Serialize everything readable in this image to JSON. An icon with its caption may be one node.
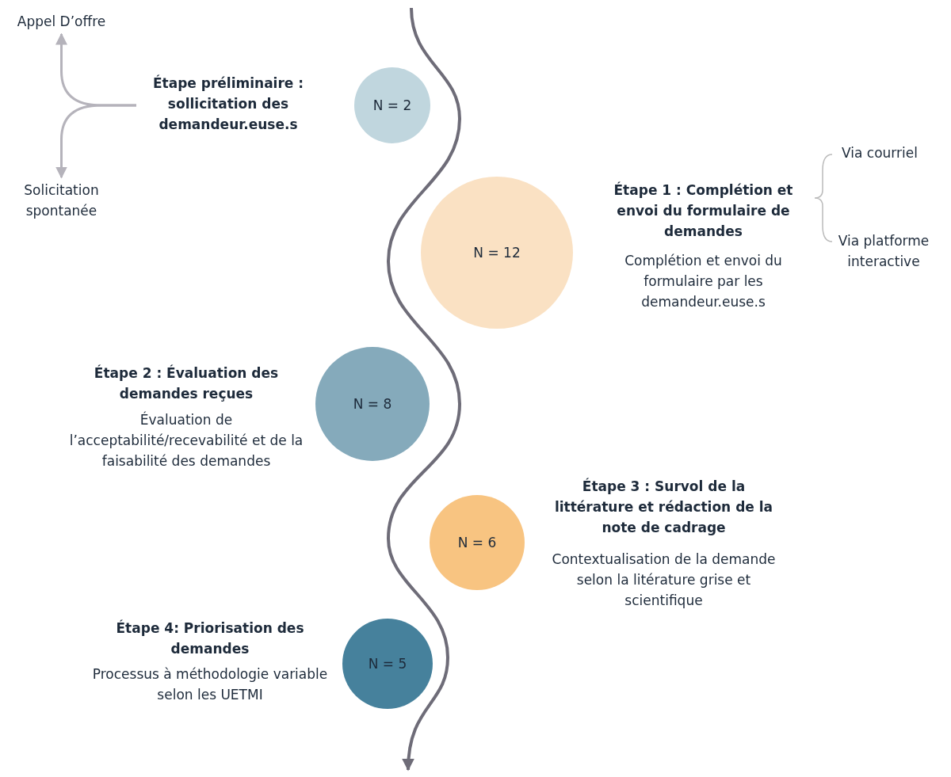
{
  "diagram": {
    "nodes": [
      {
        "text": [
          "Étape préliminaire : sollicitation des demandeur.euse.s"
        ]
      },
      {
        "text": [
          "N = 2"
        ]
      },
      {
        "text": [
          "Appel D’offre"
        ]
      },
      {
        "text": [
          "Solicitation spontanée"
        ]
      },
      {
        "text": [
          "N = 12"
        ],
        "beside": [
          "Étape 1 : Complétion et envoi du formulaire de demandes",
          "Complétion et envoi du formulaire par les demandeur.euse.s"
        ]
      },
      {
        "text": [
          "N = 8"
        ],
        "beside": [
          "Étape 2 : Évaluation des demandes reçues",
          "Évaluation de l’acceptabilité/recevabilité et de la faisabilité des demandes"
        ]
      },
      {
        "text": [
          "N = 6"
        ],
        "beside": [
          "Étape 3 : Survol de la littérature et rédaction de la note de cadrage",
          "Contextualisation de la demande selon la litérature grise et scientifique"
        ]
      },
      {
        "text": [
          "N = 5"
        ],
        "beside": [
          "Étape 4: Priorisation des demandes",
          "Processus à méthodologie variable selon les UETMI"
        ]
      }
    ],
    "edges": [
      {
        "from": 0,
        "to": 2,
        "arrow": "to"
      },
      {
        "from": 0,
        "to": 3,
        "arrow": "to"
      }
    ],
    "labels": [
      "Via courriel",
      "Via platforme interactive"
    ]
  }
}
